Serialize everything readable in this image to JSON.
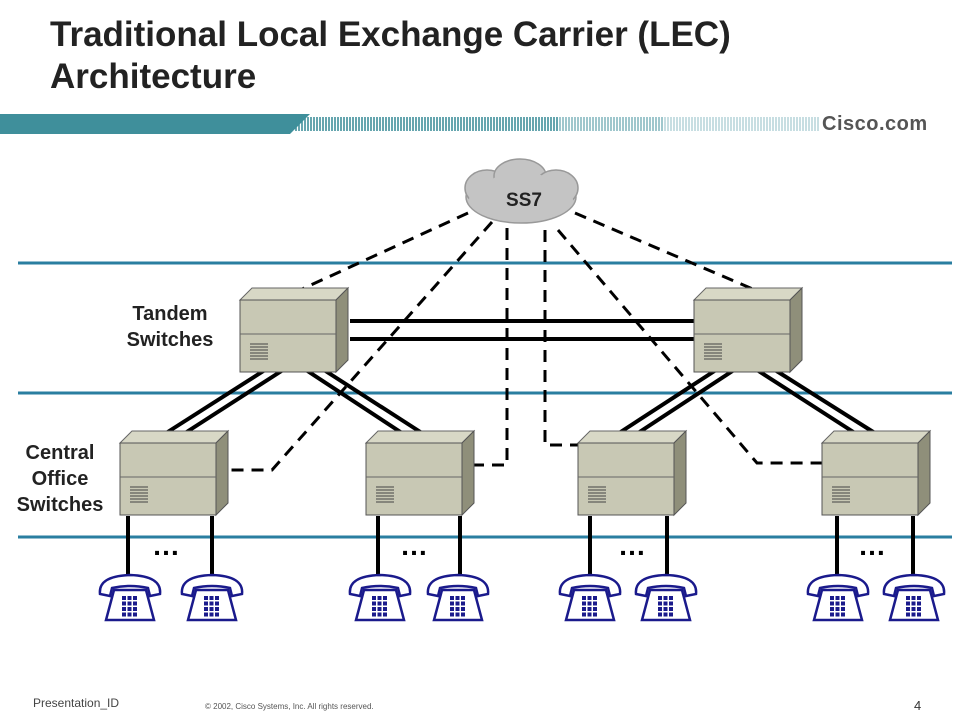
{
  "slide": {
    "title_line1": "Traditional Local Exchange Carrier (LEC)",
    "title_line2": "Architecture",
    "brand": "Cisco.com"
  },
  "diagram": {
    "cloud_label": "SS7",
    "tandem_label_1": "Tandem",
    "tandem_label_2": "Switches",
    "co_label_1": "Central",
    "co_label_2": "Office",
    "co_label_3": "Switches",
    "ellipsis": "…"
  },
  "footer": {
    "presentation_id": "Presentation_ID",
    "copyright": "© 2002, Cisco Systems, Inc. All rights reserved.",
    "page_number": "4"
  },
  "colors": {
    "teal": "#3f8f9b",
    "divider": "#2a7ea0",
    "switch_face": "#c8c8b4",
    "switch_side": "#8f8f7a",
    "phone": "#1a1a8c",
    "cloud": "#c4c4c4"
  }
}
